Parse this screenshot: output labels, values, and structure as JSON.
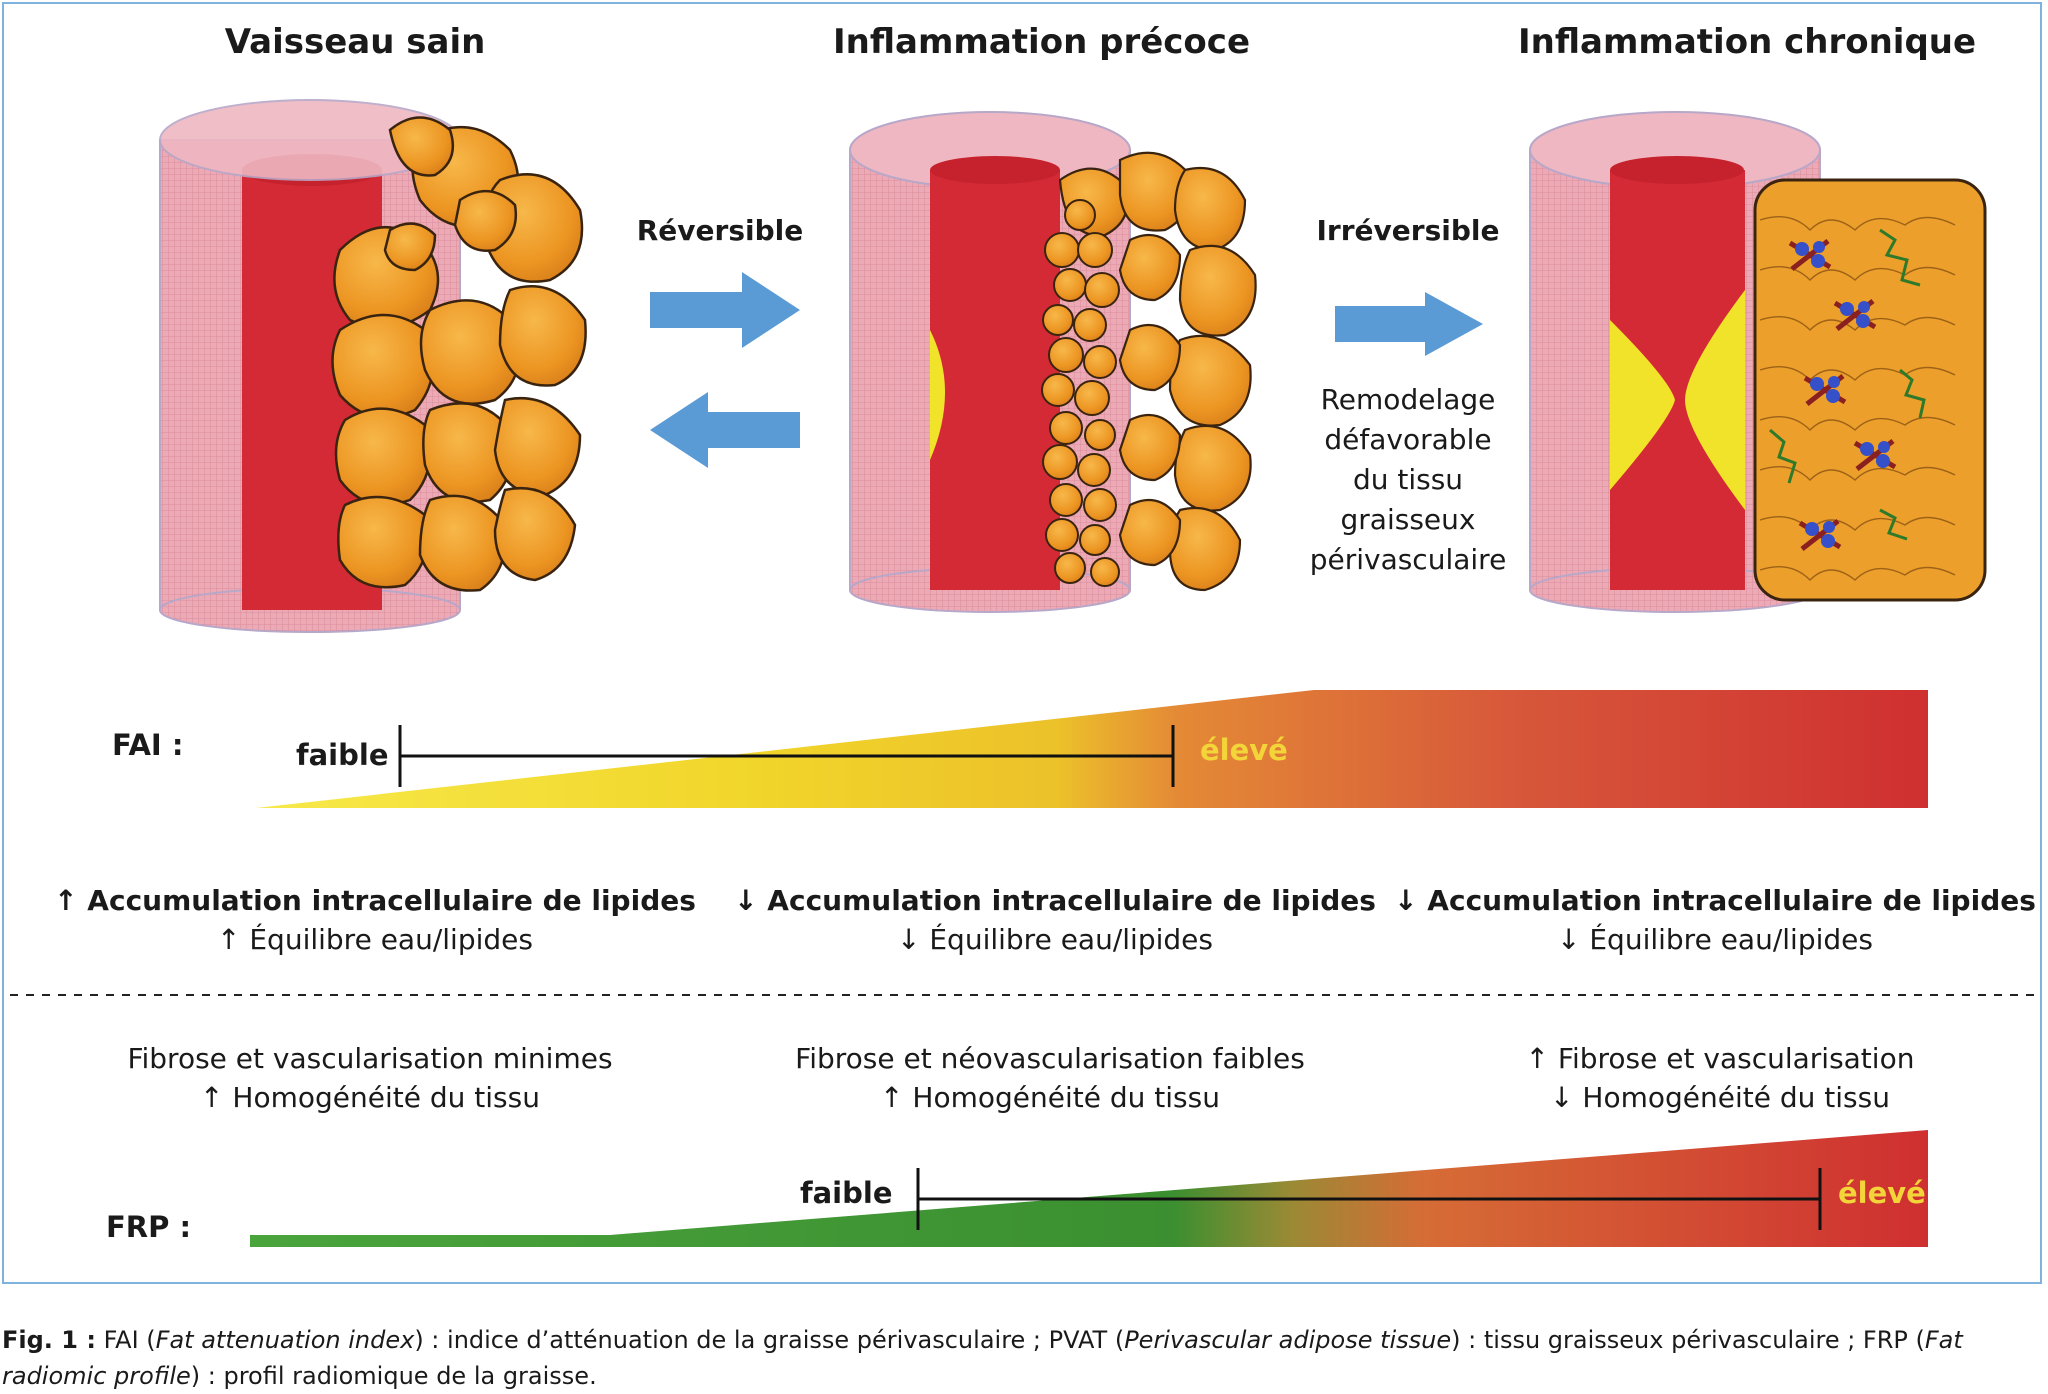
{
  "stages": [
    {
      "title": "Vaisseau sain"
    },
    {
      "title": "Inflammation précoce"
    },
    {
      "title": "Inflammation chronique"
    }
  ],
  "transitions": {
    "reversible": "Réversible",
    "irreversible": "Irréversible",
    "remodel_lines": [
      "Remodelage",
      "défavorable",
      "du tissu",
      "graisseux",
      "périvasculaire"
    ]
  },
  "fai": {
    "label": "FAI :",
    "low": "faible",
    "high": "élevé"
  },
  "frp": {
    "label": "FRP :",
    "low": "faible",
    "high": "élevé"
  },
  "lipid_rows": [
    {
      "line1": "↑ Accumulation intracellulaire de lipides",
      "line2": "↑ Équilibre eau/lipides"
    },
    {
      "line1": "↓ Accumulation intracellulaire de lipides",
      "line2": "↓ Équilibre eau/lipides"
    },
    {
      "line1": "↓ Accumulation intracellulaire de lipides",
      "line2": "↓ Équilibre eau/lipides"
    }
  ],
  "fibrosis_rows": [
    {
      "line1": "Fibrose et vascularisation minimes",
      "line2": "↑  Homogénéité du tissu"
    },
    {
      "line1": "Fibrose et néovascularisation faibles",
      "line2": "↑ Homogénéité du tissu"
    },
    {
      "line1": "↑  Fibrose et vascularisation",
      "line2": "↓ Homogénéité du tissu"
    }
  ],
  "caption": {
    "fig": "Fig. 1 :",
    "p1": " FAI (",
    "i1": "Fat attenuation index",
    "p2": ") : indice d’atténuation de la graisse périvasculaire ; PVAT (",
    "i2": "Perivascular adipose tissue",
    "p3": ") : tissu graisseux périvasculaire ; FRP (",
    "i3": "Fat radiomic profile",
    "p4": ") : profil radiomique de la graisse."
  },
  "colors": {
    "border": "#7fb3dd",
    "arrow": "#5b9bd5",
    "vessel_wall": "#e8a0ad",
    "lumen": "#d42a35",
    "plaque": "#f1e32a",
    "fat": "#f0a028",
    "fai_high": "#f3d53a",
    "frp_low": "#3d9a3a",
    "frp_high": "#d1322f"
  },
  "icons": [
    "right-arrow-icon",
    "left-arrow-icon"
  ]
}
